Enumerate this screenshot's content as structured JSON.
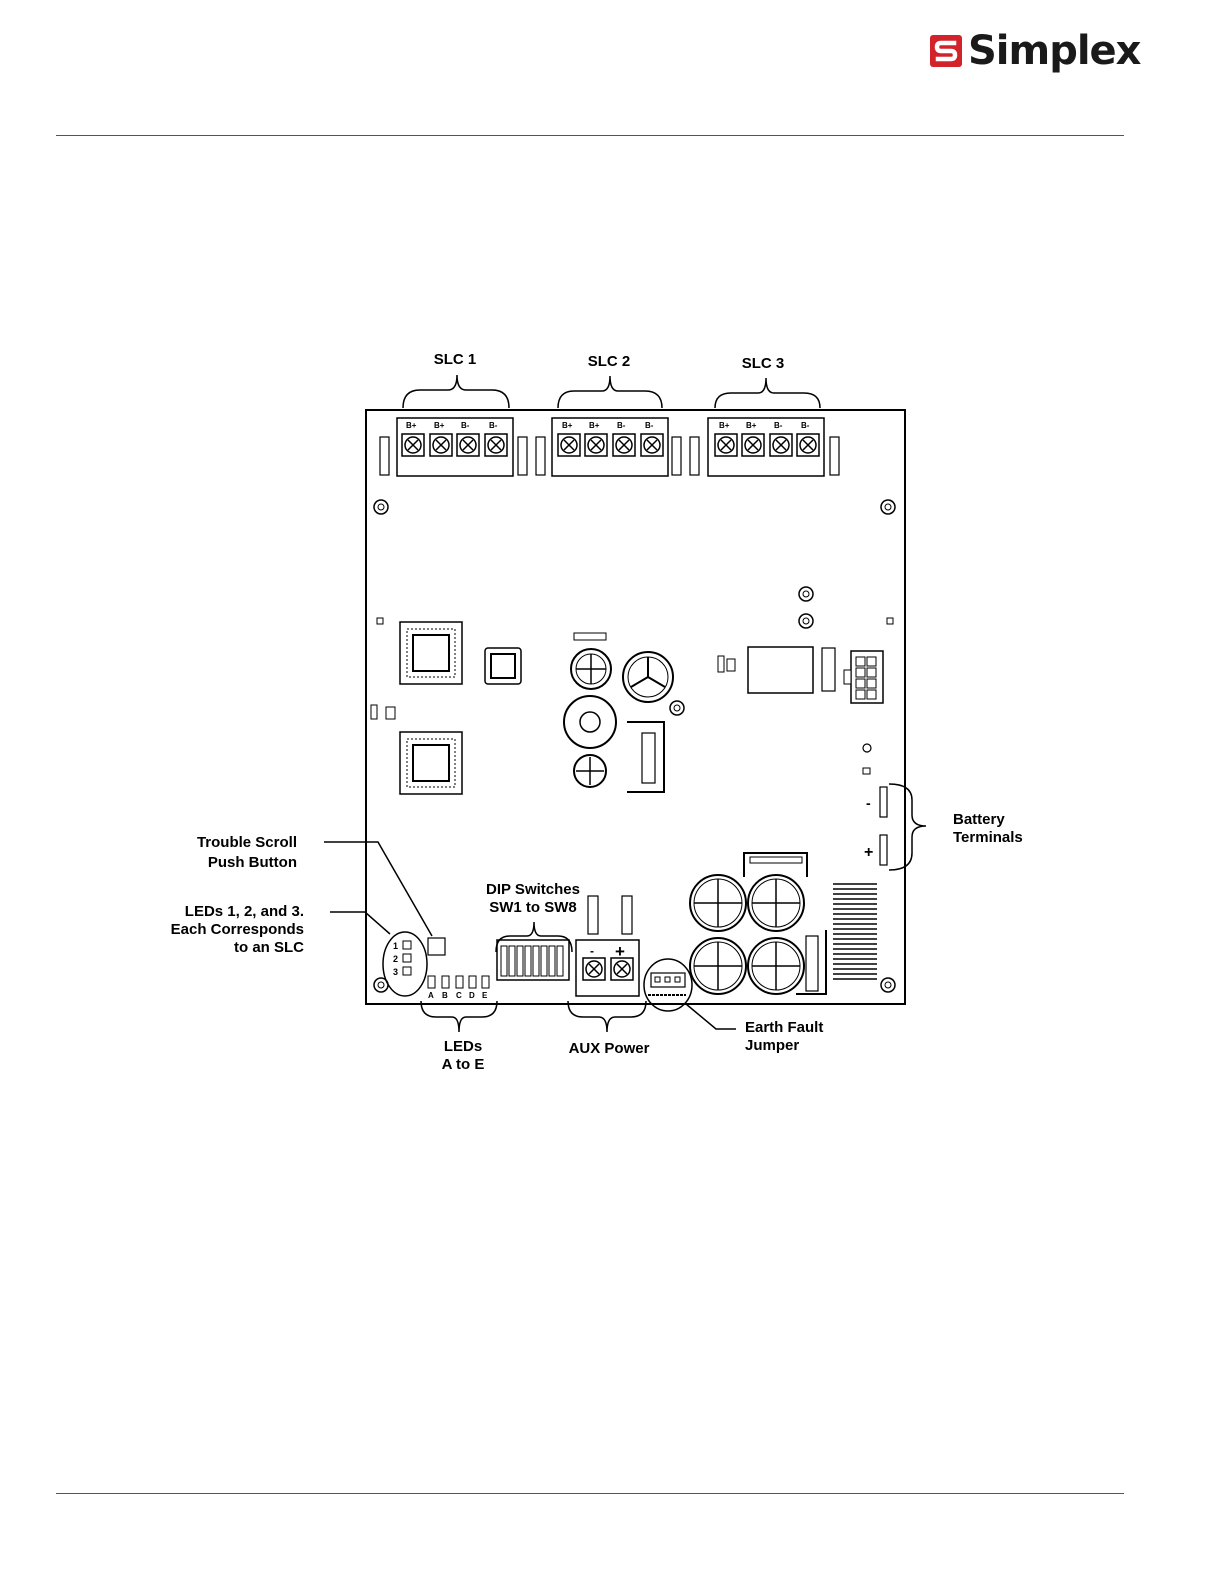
{
  "header": {
    "brand_name": "Simplex",
    "brand_color": "#d2232a",
    "logo_icon": "simplex-s-logo"
  },
  "diagram": {
    "callouts": {
      "slc1": "SLC 1",
      "slc2": "SLC 2",
      "slc3": "SLC 3",
      "trouble_scroll": [
        "Trouble Scroll",
        "Push Button"
      ],
      "leds_123": [
        "LEDs 1, 2, and 3.",
        "Each Corresponds",
        "to an SLC"
      ],
      "dip_switches": [
        "DIP Switches",
        "SW1 to SW8"
      ],
      "battery_terminals": [
        "Battery",
        "Terminals"
      ],
      "leds_a_to_e": [
        "LEDs",
        "A to E"
      ],
      "aux_power": "AUX Power",
      "earth_fault": [
        "Earth Fault",
        "Jumper"
      ]
    },
    "board_marks": {
      "terminal_labels": [
        "B+",
        "B+",
        "B-",
        "B-"
      ],
      "led_numbers": [
        "1",
        "2",
        "3"
      ],
      "led_letters": [
        "A",
        "B",
        "C",
        "D",
        "E"
      ],
      "aux_signs": [
        "-",
        "+"
      ],
      "battery_signs": [
        "-",
        "+"
      ]
    }
  }
}
